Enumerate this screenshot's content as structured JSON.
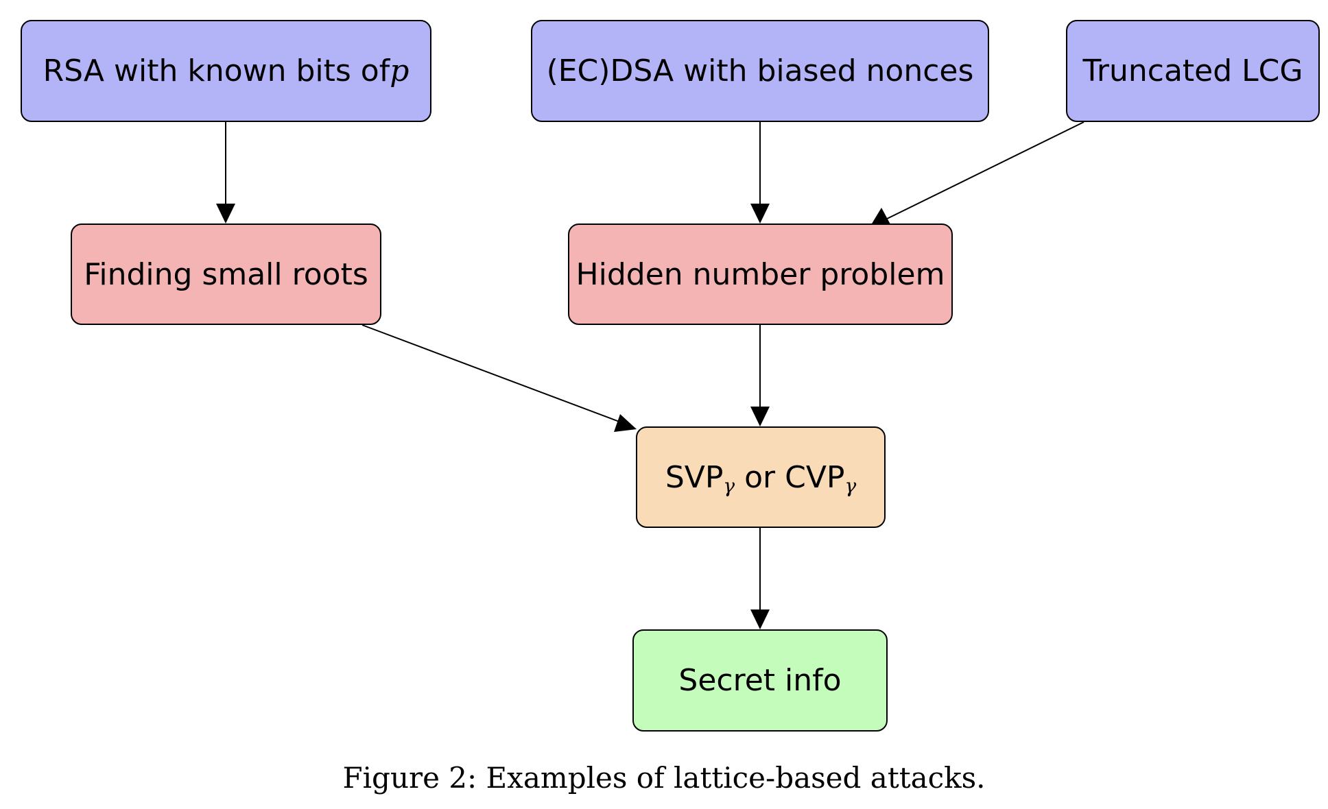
{
  "colors": {
    "source": "#b3b3f8",
    "method": "#f4b4b4",
    "lattice": "#f9dbb8",
    "result": "#c4fcbb",
    "stroke": "#000000"
  },
  "nodes": {
    "rsa": {
      "label": "RSA with known bits of ",
      "var": "p"
    },
    "ecdsa": {
      "label": "(EC)DSA with biased nonces"
    },
    "lcg": {
      "label": "Truncated LCG"
    },
    "small_roots": {
      "label": "Finding small roots"
    },
    "hnp": {
      "label": "Hidden number problem"
    },
    "lattice": {
      "svp": "SVP",
      "sub1": "γ",
      "or": " or ",
      "cvp": "CVP",
      "sub2": "γ"
    },
    "secret": {
      "label": "Secret info"
    }
  },
  "edges": [
    {
      "from": "rsa",
      "to": "small_roots"
    },
    {
      "from": "ecdsa",
      "to": "hnp"
    },
    {
      "from": "lcg",
      "to": "hnp"
    },
    {
      "from": "small_roots",
      "to": "lattice"
    },
    {
      "from": "hnp",
      "to": "lattice"
    },
    {
      "from": "lattice",
      "to": "secret"
    }
  ],
  "caption": "Figure 2: Examples of lattice-based attacks."
}
